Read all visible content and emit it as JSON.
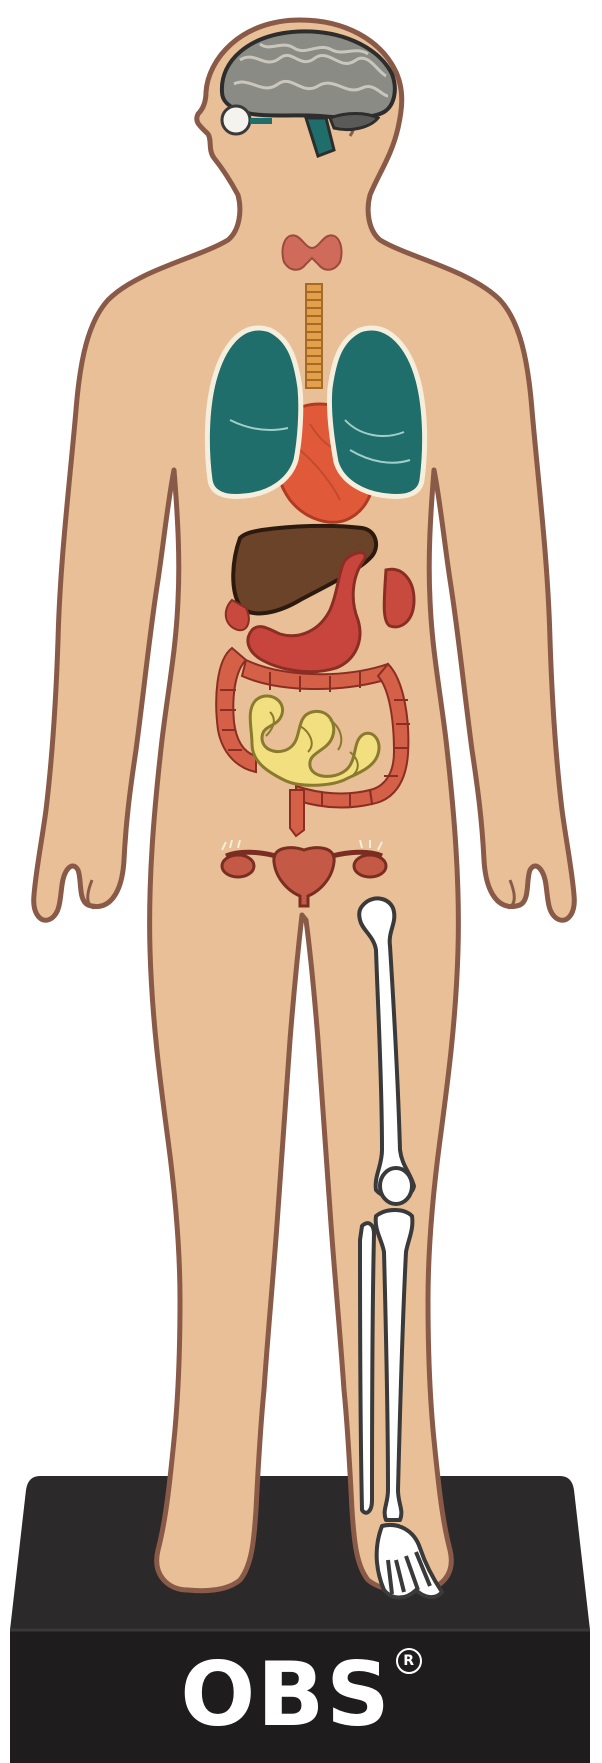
{
  "brand": {
    "name": "OBS",
    "mark": "R"
  },
  "colors": {
    "skin": "#e8bf96",
    "outline": "#8a5a48",
    "brain": "#8a8a84",
    "lungs": "#1f6e6c",
    "heart": "#e05a3a",
    "liver": "#6b4328",
    "stomach": "#c8453e",
    "intestine_large": "#d46048",
    "intestine_small": "#f2e080",
    "thyroid": "#d06a5a",
    "trachea": "#e2a04a",
    "uterus": "#c45a46",
    "bone_outline": "#3a3a3a",
    "bone_fill": "#ffffff",
    "stand": "#2a2828"
  },
  "parts": [
    "brain",
    "eye",
    "thyroid",
    "trachea",
    "lungs",
    "heart",
    "liver",
    "stomach",
    "spleen",
    "large-intestine",
    "small-intestine",
    "uterus",
    "leg-skeleton"
  ]
}
